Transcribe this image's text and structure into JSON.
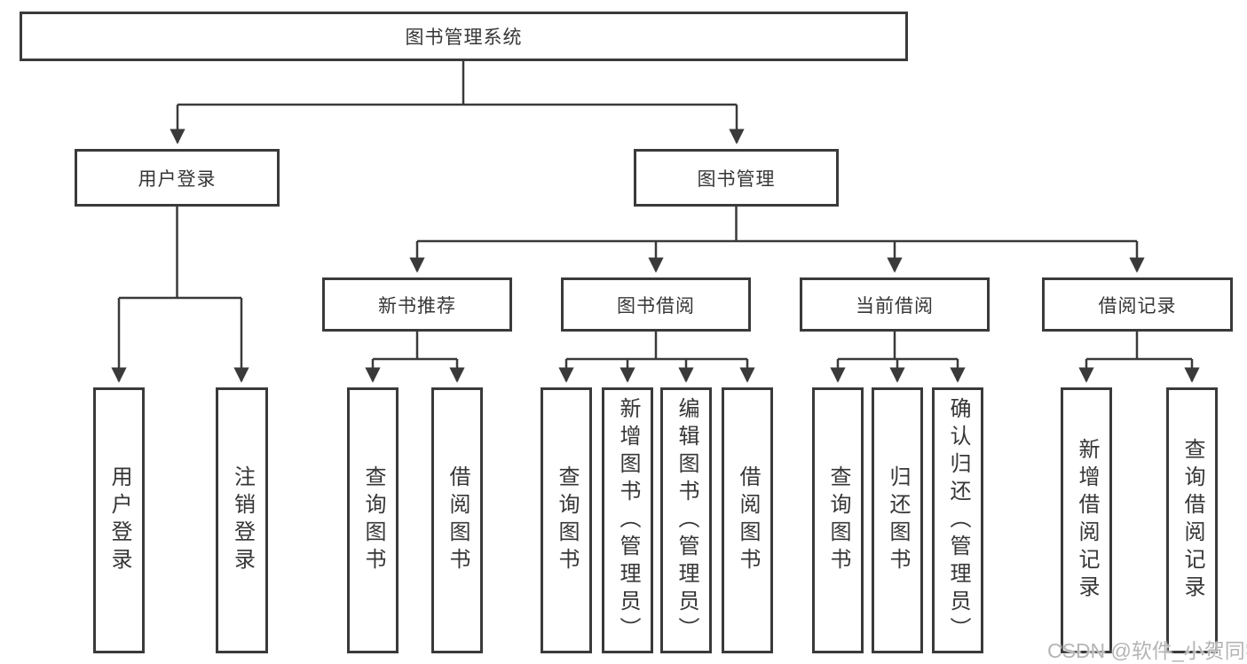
{
  "tree": {
    "label": "图书管理系统",
    "children": [
      {
        "label": "用户登录",
        "children": [
          {
            "label": "用户登录"
          },
          {
            "label": "注销登录"
          }
        ]
      },
      {
        "label": "图书管理",
        "children": [
          {
            "label": "新书推荐",
            "children": [
              {
                "label": "查询图书"
              },
              {
                "label": "借阅图书"
              }
            ]
          },
          {
            "label": "图书借阅",
            "children": [
              {
                "label": "查询图书"
              },
              {
                "label": "新增图书（管理员）"
              },
              {
                "label": "编辑图书（管理员）"
              },
              {
                "label": "借阅图书"
              }
            ]
          },
          {
            "label": "当前借阅",
            "children": [
              {
                "label": "查询图书"
              },
              {
                "label": "归还图书"
              },
              {
                "label": "确认归还（管理员）"
              }
            ]
          },
          {
            "label": "借阅记录",
            "children": [
              {
                "label": "新增借阅记录"
              },
              {
                "label": "查询借阅记录"
              }
            ]
          }
        ]
      }
    ]
  },
  "watermark": {
    "text": "CSDN @软件_小贺同学"
  },
  "colors": {
    "line": "#3a3a3a",
    "box_border": "#3a3a3a",
    "text": "#363636",
    "watermark": "#b5b5b5",
    "background": "#ffffff"
  }
}
